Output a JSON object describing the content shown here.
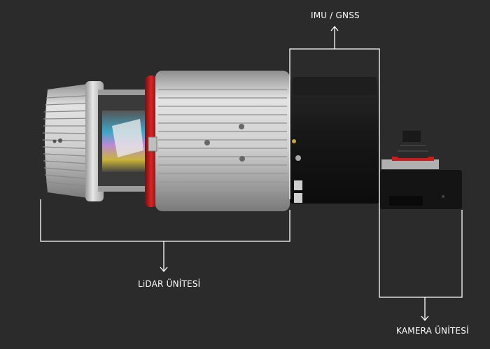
{
  "labels": {
    "imu_gnss": "IMU / GNSS",
    "lidar_unit": "LiDAR ÜNİTESİ",
    "camera_unit": "KAMERA ÜNİTESİ"
  },
  "colors": {
    "background": "#2b2b2b",
    "bracket_lines": "#ffffff",
    "housing_silver": "#c9c9c9",
    "accent_ring": "#c41e1e",
    "module_black": "#151515"
  },
  "icons": {
    "arrow": "arrow-icon"
  }
}
